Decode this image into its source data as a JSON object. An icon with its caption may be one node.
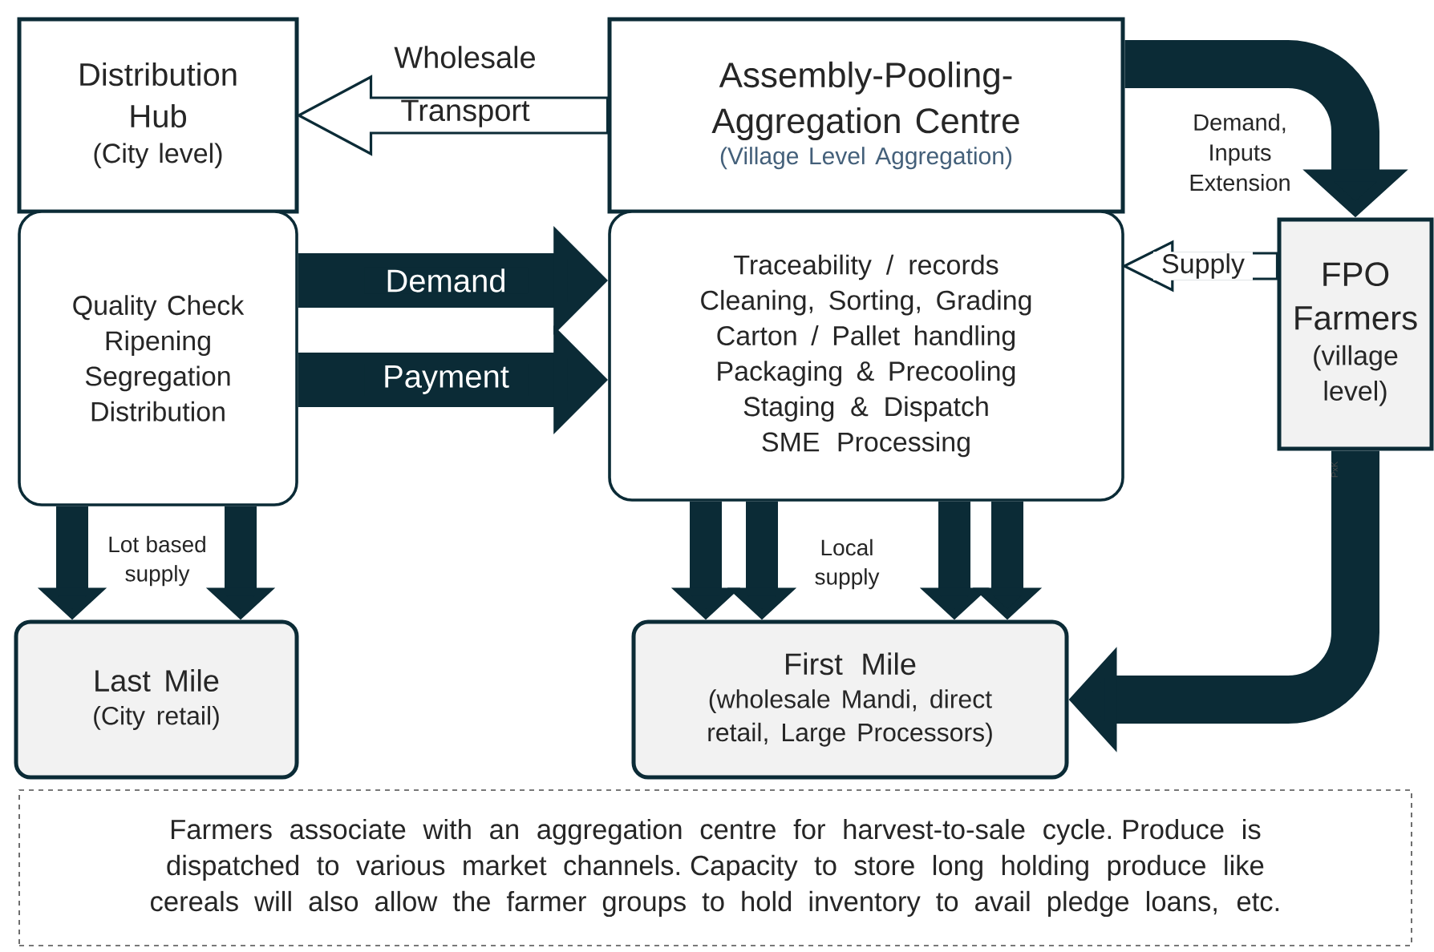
{
  "diagram": {
    "nodes": [
      {
        "text": [
          "Distribution Hub",
          "(City level)"
        ]
      },
      {
        "text": [
          "Quality Check",
          "Ripening",
          "Segregation",
          "Distribution"
        ]
      },
      {
        "text": [
          "Assembly-Pooling-Aggregation Centre",
          "(Village Level Aggregation)"
        ]
      },
      {
        "text": [
          "Traceability / records",
          "Cleaning, Sorting, Grading",
          "Carton / Pallet handling",
          "Packaging & Precooling",
          "Staging & Dispatch",
          "SME Processing"
        ]
      },
      {
        "text": [
          "FPO Farmers",
          "(village level)"
        ]
      },
      {
        "text": [
          "Last Mile",
          "(City retail)"
        ]
      },
      {
        "text": [
          "First Mile",
          "(wholesale Mandi, direct retail, Large Processors)"
        ]
      },
      {
        "text": [
          "Farmers associate with an aggregation centre for harvest-to-sale cycle. Produce is dispatched to various market channels. Capacity to store long holding produce like cereals will also allow the farmer groups to hold inventory to avail pledge loans, etc."
        ]
      }
    ],
    "edges": [
      {
        "from": 2,
        "to": 0,
        "arrow": "to",
        "label": "Wholesale Transport",
        "color": "#ffffff"
      },
      {
        "from": 1,
        "to": 3,
        "arrow": "to",
        "label": "Demand"
      },
      {
        "from": 1,
        "to": 3,
        "arrow": "to",
        "label": "Payment"
      },
      {
        "from": 2,
        "to": 4,
        "arrow": "to",
        "label": "Demand, Inputs Extension"
      },
      {
        "from": 4,
        "to": 3,
        "arrow": "to",
        "label": "Supply",
        "color": "#ffffff"
      },
      {
        "from": 1,
        "to": 5,
        "arrow": "to",
        "label": "Lot based supply"
      },
      {
        "from": 1,
        "to": 5,
        "arrow": "to"
      },
      {
        "from": 3,
        "to": 6,
        "arrow": "to"
      },
      {
        "from": 3,
        "to": 6,
        "arrow": "to",
        "label": "Local supply"
      },
      {
        "from": 3,
        "to": 6,
        "arrow": "to"
      },
      {
        "from": 3,
        "to": 6,
        "arrow": "to"
      },
      {
        "from": 4,
        "to": 6,
        "arrow": "to"
      }
    ],
    "labels": [
      "PxK"
    ]
  }
}
